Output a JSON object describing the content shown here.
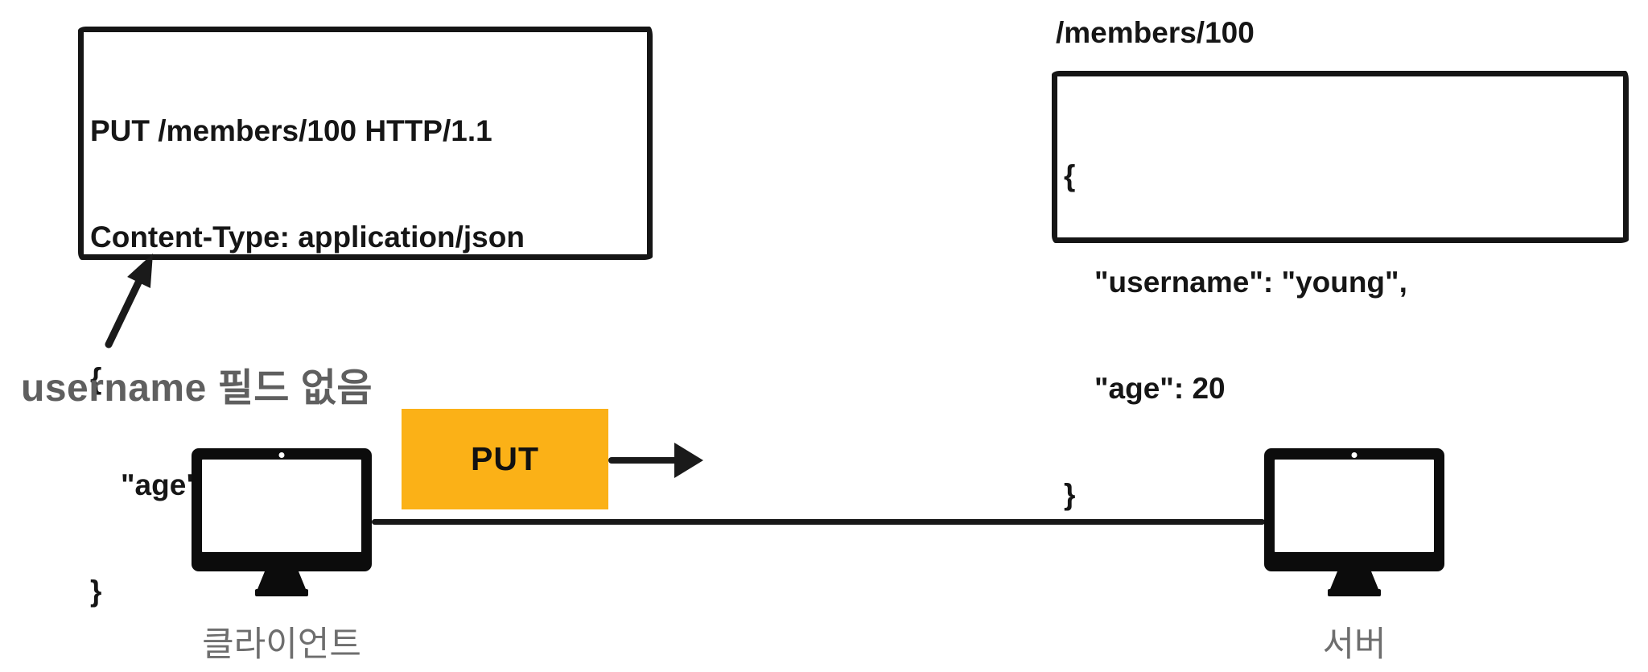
{
  "request_box": {
    "line1": "PUT /members/100 HTTP/1.1",
    "line2": "Content-Type: application/json",
    "json_open": "{",
    "json_field": "\"age\": 50",
    "json_close": "}"
  },
  "response_box": {
    "path_label": "/members/100",
    "json_open": "{",
    "json_line1": "\"username\": \"young\",",
    "json_line2": "\"age\": 20",
    "json_close": "}"
  },
  "annotation": {
    "text": "username 필드 없음",
    "color": "#5f5f5f"
  },
  "transfer": {
    "method_label": "PUT",
    "method_bg": "#FBB117"
  },
  "client": {
    "label": "클라이언트",
    "label_color": "#6e6e6e"
  },
  "server": {
    "label": "서버",
    "label_color": "#6e6e6e"
  },
  "colors": {
    "ink": "#151515",
    "orange": "#FBB117",
    "gray_text": "#5f5f5f"
  }
}
